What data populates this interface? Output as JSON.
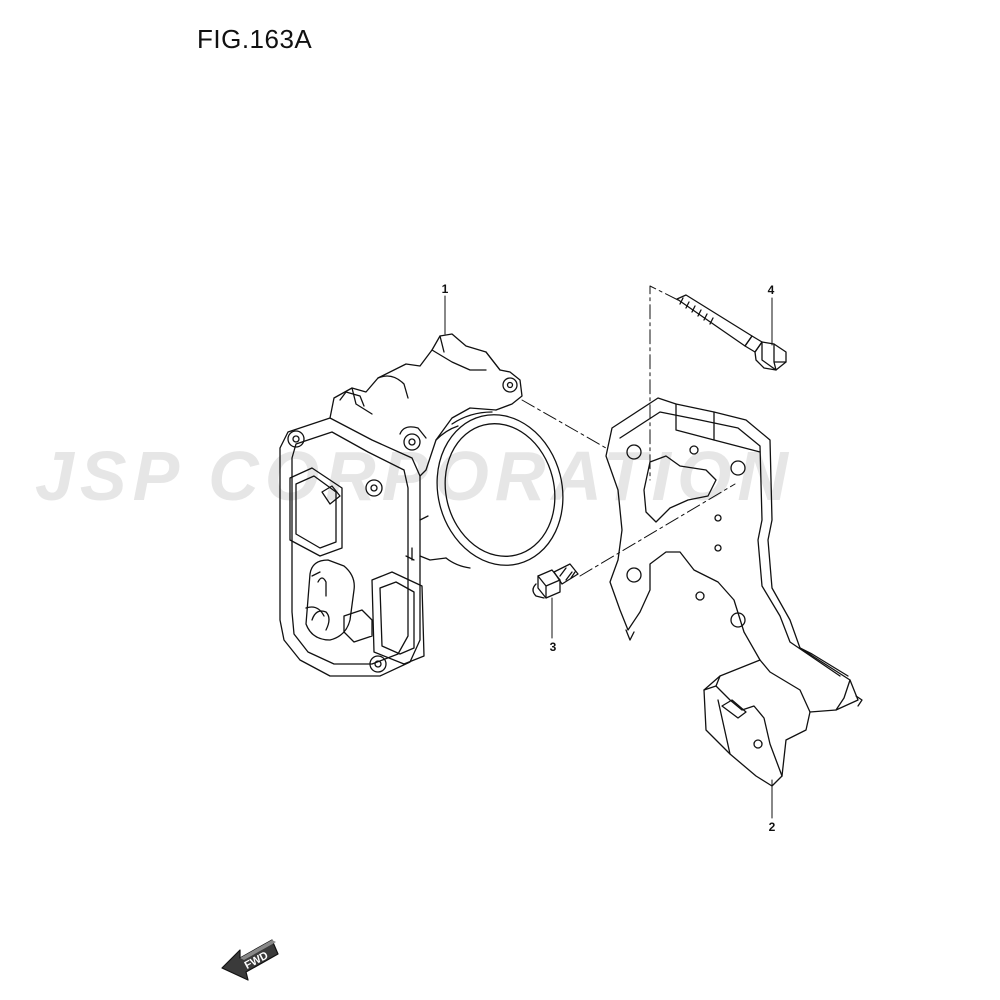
{
  "figure": {
    "title": "FIG.163A"
  },
  "watermark": {
    "text": "JSP CORPORATION"
  },
  "callouts": {
    "throttle_body": "1",
    "bracket": "2",
    "bolt_small": "3",
    "bolt_long": "4"
  },
  "direction_arrow": {
    "label": "FWD"
  },
  "colors": {
    "line": "#111111",
    "watermark": "#d2d2d2",
    "background": "#ffffff"
  }
}
